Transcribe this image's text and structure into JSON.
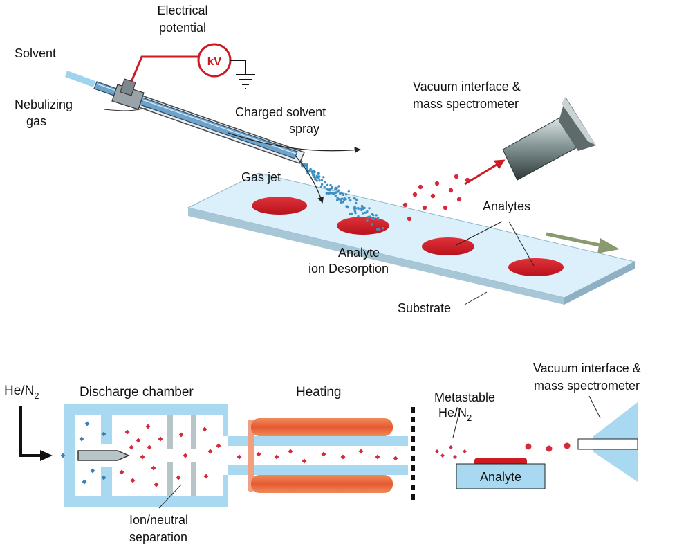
{
  "top_diagram": {
    "electrical_potential_line1": "Electrical",
    "electrical_potential_line2": "potential",
    "kv_meter": "kV",
    "solvent": "Solvent",
    "nebulizing_line1": "Nebulizing",
    "nebulizing_line2": "gas",
    "charged_spray_line1": "Charged solvent",
    "charged_spray_line2": "spray",
    "vacuum_line1": "Vacuum interface &",
    "vacuum_line2": "mass spectrometer",
    "gas_jet": "Gas jet",
    "analytes": "Analytes",
    "desorption_line1": "Analyte",
    "desorption_line2": "ion Desorption",
    "substrate": "Substrate"
  },
  "bottom_diagram": {
    "gas_in_base": "He/N",
    "gas_in_sub": "2",
    "discharge_chamber": "Discharge chamber",
    "heating": "Heating",
    "metastable_line1": "Metastable",
    "metastable_base": "He/N",
    "metastable_sub": "2",
    "vacuum_line1": "Vacuum interface &",
    "vacuum_line2": "mass spectrometer",
    "analyte_box": "Analyte",
    "separation_line1": "Ion/neutral",
    "separation_line2": "separation"
  },
  "colors": {
    "analyte_red": "#cc1b23",
    "ion_red": "#d42a3a",
    "chamber_blue": "#a9d9f0",
    "heater_orange": "#e8643a",
    "spray_blue": "#3f8fc0",
    "substrate_blue": "#dcf0fb",
    "arrow_green": "#8a9a6e"
  }
}
